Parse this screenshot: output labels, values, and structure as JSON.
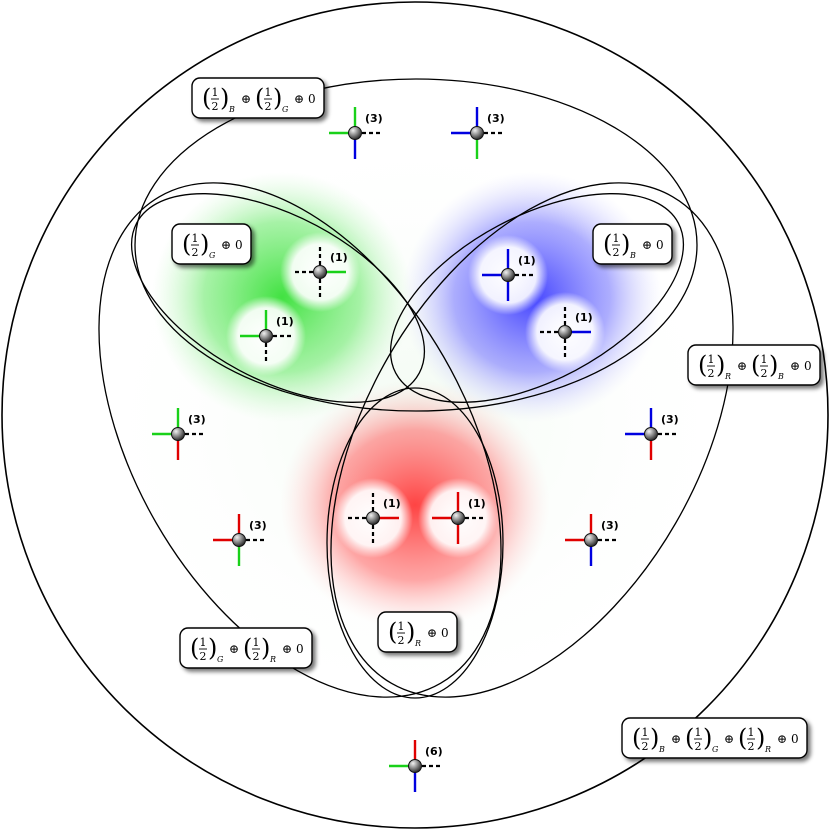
{
  "labels": {
    "BGR": {
      "terms": [
        "B",
        "G",
        "R"
      ]
    },
    "BG": {
      "terms": [
        "B",
        "G"
      ]
    },
    "RB": {
      "terms": [
        "R",
        "B"
      ]
    },
    "GR": {
      "terms": [
        "G",
        "R"
      ]
    },
    "G": {
      "terms": [
        "G"
      ]
    },
    "B": {
      "terms": [
        "B"
      ]
    },
    "R": {
      "terms": [
        "R"
      ]
    }
  },
  "math": {
    "numerator": "1",
    "denominator": "2",
    "oplus": "⊕",
    "zero": "0"
  },
  "counts": {
    "top_left": "(3)",
    "top_right": "(3)",
    "green_upper": "(1)",
    "green_lower": "(1)",
    "blue_upper": "(1)",
    "blue_lower": "(1)",
    "red_left": "(1)",
    "red_right": "(1)",
    "left_mid": "(3)",
    "right_mid": "(3)",
    "left_low": "(3)",
    "right_low": "(3)",
    "bottom": "(6)"
  },
  "colors": {
    "red": "#e00000",
    "green": "#19d119",
    "blue": "#0000e0",
    "red_glow": "#ff4d4d",
    "green_glow": "#3de23d",
    "blue_glow": "#4a4aff",
    "dash": "#000000"
  }
}
